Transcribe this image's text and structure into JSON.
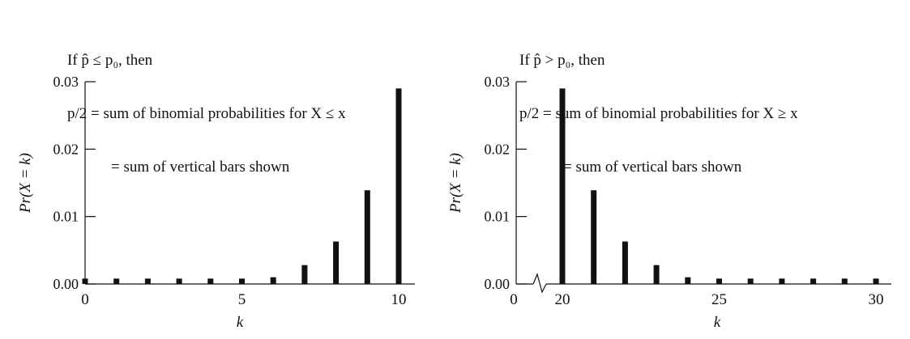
{
  "captions": {
    "left": {
      "line1": "If p̂ ≤ p₀, then",
      "line2": "p/2 = sum of binomial probabilities for X ≤ x",
      "line3": "= sum of vertical bars shown"
    },
    "right": {
      "line1": "If p̂ > p₀, then",
      "line2": "p/2 = sum of binomial probabilities for X ≥ x",
      "line3": "= sum of vertical bars shown"
    }
  },
  "chart_data": [
    {
      "type": "bar",
      "ylabel": "Pr(X = k)",
      "xlabel": "k",
      "xlim": [
        0,
        10.5
      ],
      "ylim": [
        0,
        0.03
      ],
      "xticks": [
        0,
        5,
        10
      ],
      "yticks": [
        0.0,
        0.01,
        0.02,
        0.03
      ],
      "ytick_labels": [
        "0.00",
        "0.01",
        "0.02",
        "0.03"
      ],
      "axis_break": false,
      "x": [
        0,
        1,
        2,
        3,
        4,
        5,
        6,
        7,
        8,
        9,
        10
      ],
      "values": [
        0.0008,
        0.0008,
        0.0008,
        0.0008,
        0.0008,
        0.0008,
        0.001,
        0.0028,
        0.0063,
        0.0139,
        0.029
      ]
    },
    {
      "type": "bar",
      "ylabel": "Pr(X = k)",
      "xlabel": "k",
      "xlim": [
        19,
        30.5
      ],
      "ylim": [
        0,
        0.03
      ],
      "xticks": [
        20,
        25,
        30
      ],
      "yticks": [
        0.0,
        0.01,
        0.02,
        0.03
      ],
      "ytick_labels": [
        "0.00",
        "0.01",
        "0.02",
        "0.03"
      ],
      "axis_break": true,
      "origin_label": "0",
      "x": [
        20,
        21,
        22,
        23,
        24,
        25,
        26,
        27,
        28,
        29,
        30
      ],
      "values": [
        0.029,
        0.0139,
        0.0063,
        0.0028,
        0.001,
        0.0008,
        0.0008,
        0.0008,
        0.0008,
        0.0008,
        0.0008
      ]
    }
  ]
}
